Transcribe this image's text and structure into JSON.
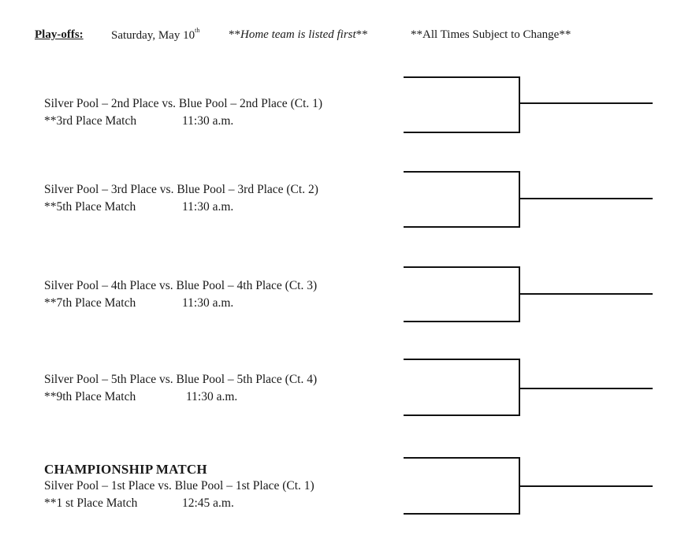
{
  "header": {
    "title": "Play-offs:",
    "date": "Saturday, May 10",
    "date_sup": "th",
    "home_note_stars_open": "**",
    "home_note": "Home team is listed first",
    "home_note_stars_close": "**",
    "times_note": "**All Times Subject to Change**"
  },
  "matches": [
    {
      "matchup": "Silver Pool – 2nd Place vs. Blue Pool – 2nd Place (Ct. 1)",
      "label": "**3rd Place Match",
      "time": "11:30 a.m."
    },
    {
      "matchup": "Silver Pool – 3rd Place vs. Blue Pool – 3rd Place (Ct. 2)",
      "label": "**5th Place Match",
      "time": "11:30 a.m."
    },
    {
      "matchup": "Silver Pool – 4th Place vs. Blue Pool – 4th Place (Ct. 3)",
      "label": "**7th Place Match",
      "time": "11:30 a.m."
    },
    {
      "matchup": "Silver Pool – 5th Place vs. Blue Pool – 5th Place (Ct. 4)",
      "label": "**9th Place Match",
      "time": "11:30 a.m."
    }
  ],
  "championship": {
    "title": "CHAMPIONSHIP MATCH",
    "matchup": "Silver Pool – 1st Place vs. Blue Pool – 1st Place (Ct. 1)",
    "label": "**1 st Place Match",
    "time": "12:45 a.m."
  }
}
